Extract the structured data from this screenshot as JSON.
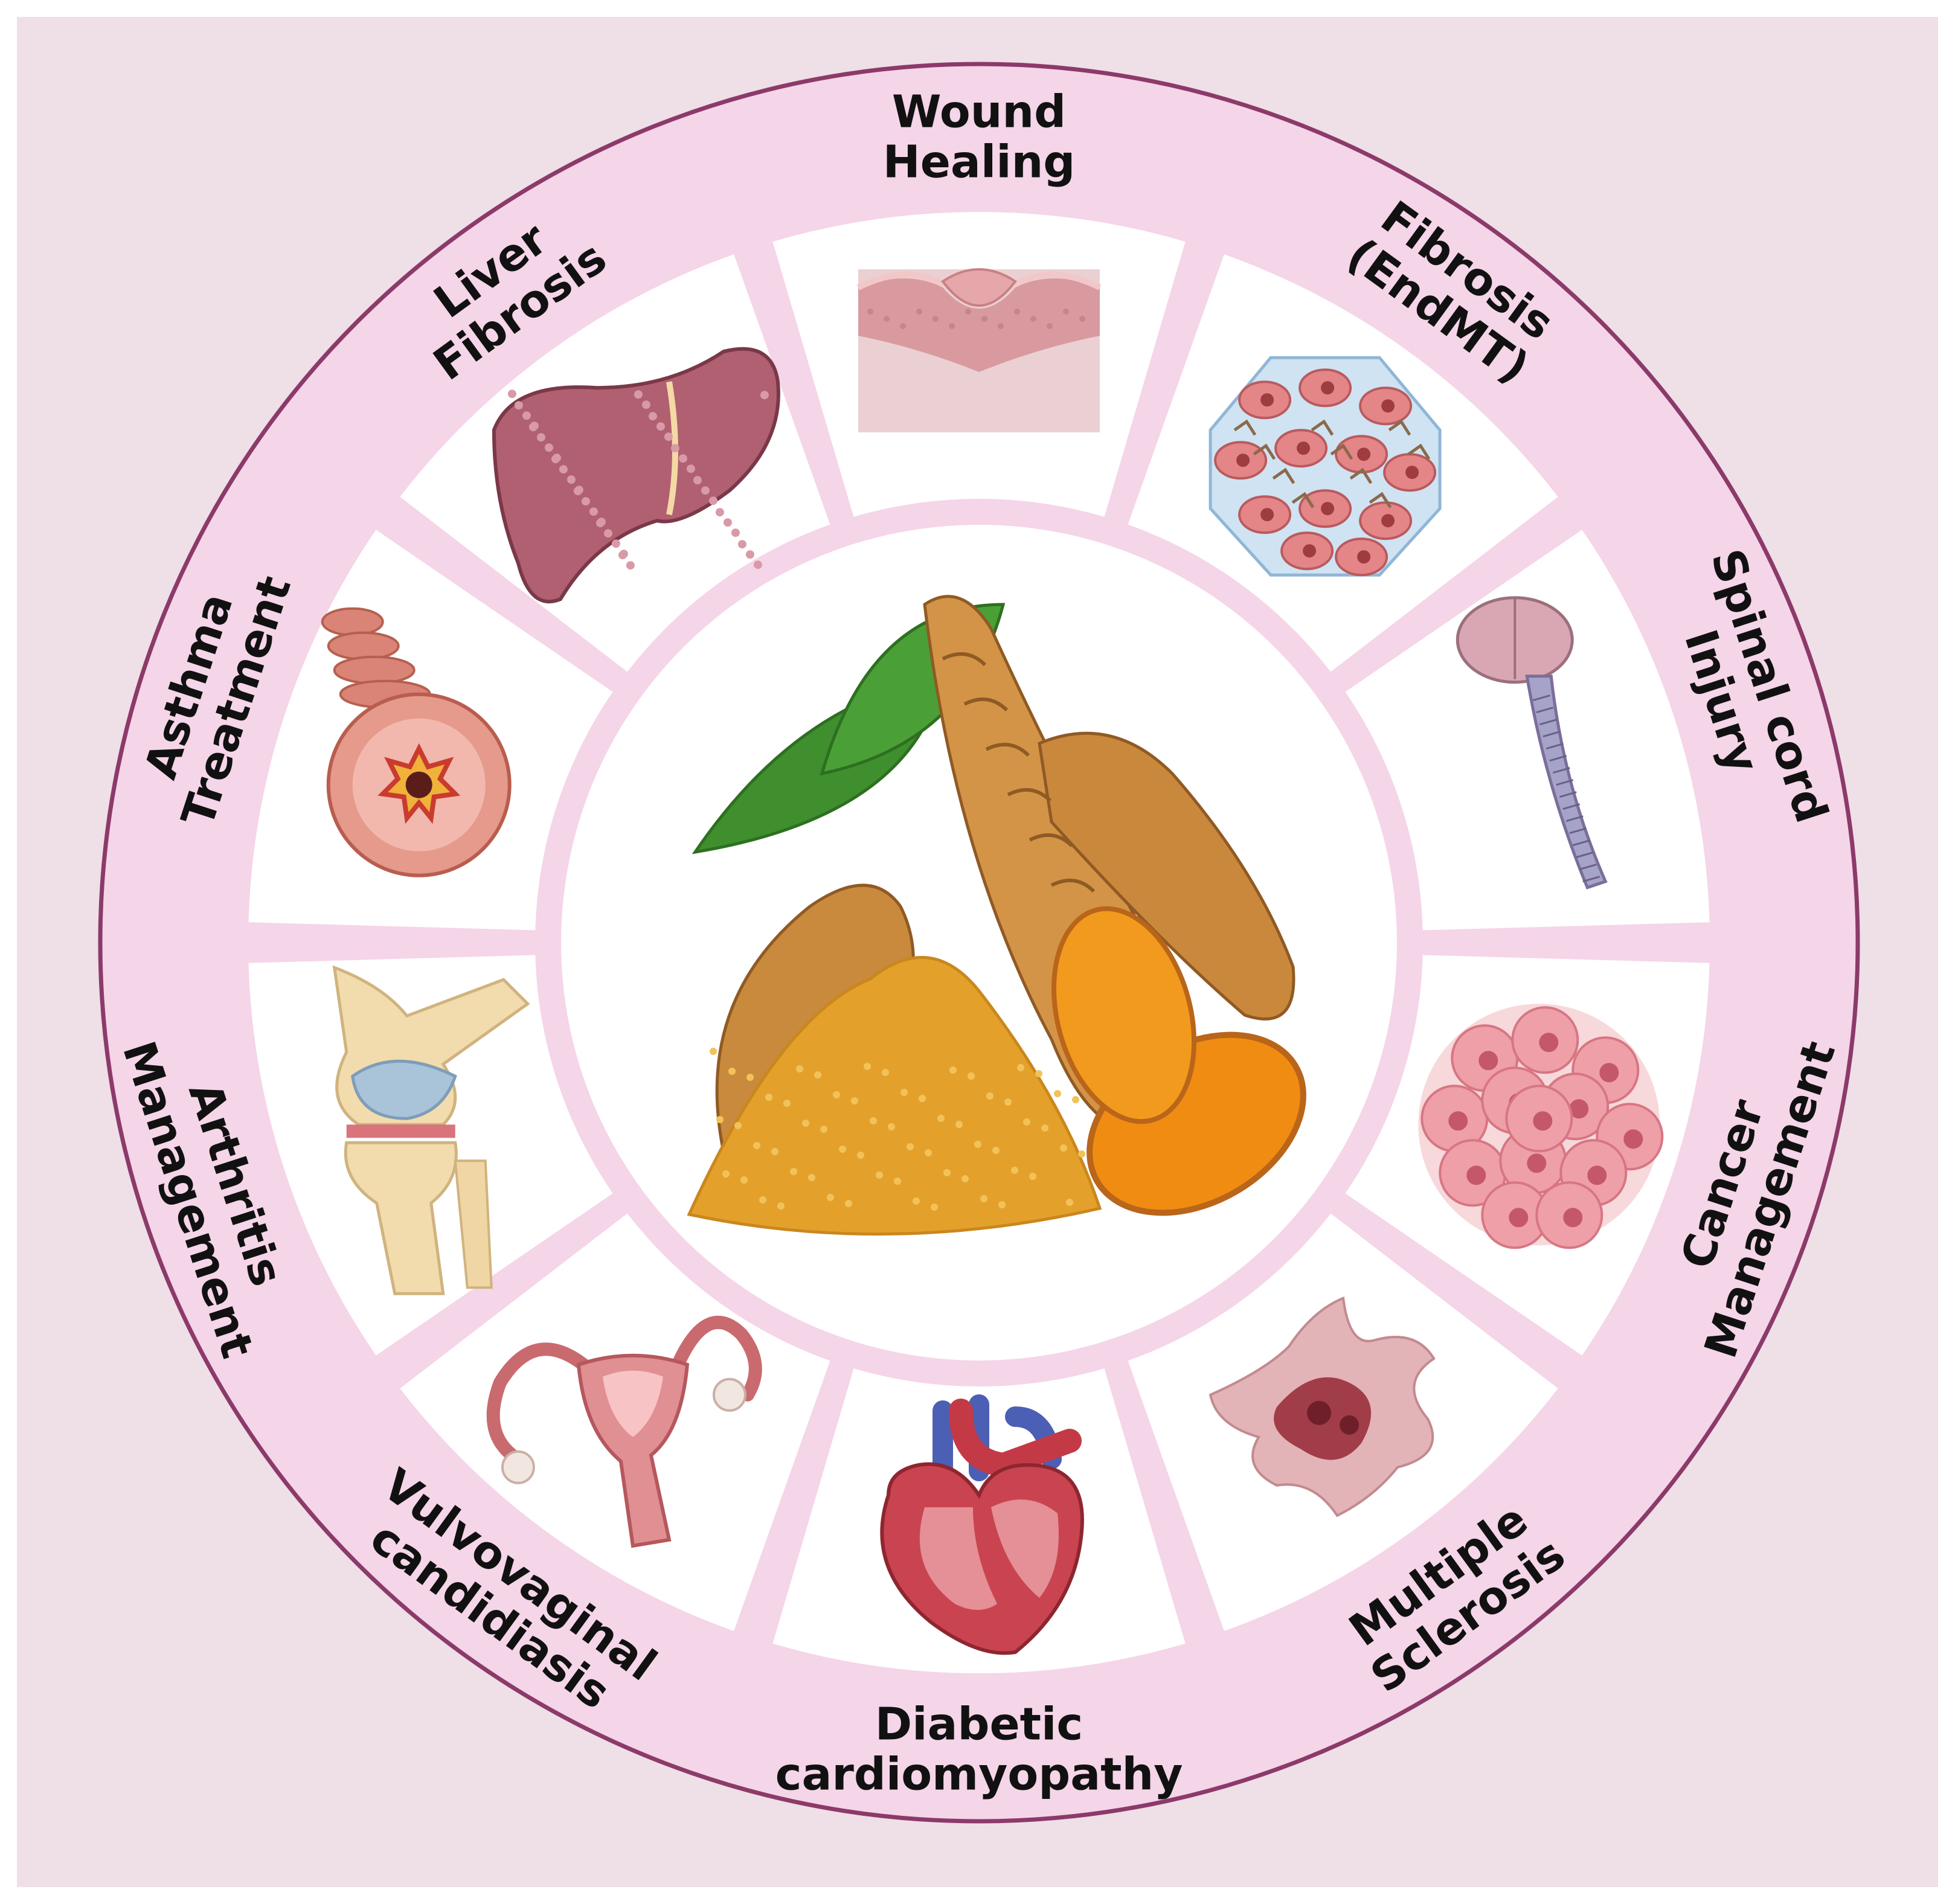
{
  "colors": {
    "page_background": "#ffffff",
    "panel_background": "#efdfe7",
    "ring_fill": "#f5d5e8",
    "ring_border": "#8c3a6a",
    "segment_fill": "#ffffff",
    "label_color": "#111111",
    "turmeric_root": "#c98a3e",
    "turmeric_flesh": "#f08c12",
    "turmeric_powder": "#e3a12c",
    "leaf": "#3f8f2e"
  },
  "segments": [
    {
      "id": "wound-healing",
      "lines": [
        "Wound",
        "Healing"
      ],
      "icon": "skin-wound-icon"
    },
    {
      "id": "fibrosis-endmt",
      "lines": [
        "Fibrosis",
        "(EndMT)"
      ],
      "icon": "cell-cluster-icon"
    },
    {
      "id": "spinal-cord-injury",
      "lines": [
        "Spinal cord",
        "Injury"
      ],
      "icon": "spinal-cord-icon"
    },
    {
      "id": "cancer-management",
      "lines": [
        "Cancer",
        "Management"
      ],
      "icon": "tumor-icon"
    },
    {
      "id": "multiple-sclerosis",
      "lines": [
        "Multiple",
        "Sclerosis"
      ],
      "icon": "neuron-lesion-icon"
    },
    {
      "id": "diabetic-cardiomyopathy",
      "lines": [
        "Diabetic",
        "cardiomyopathy"
      ],
      "icon": "heart-icon"
    },
    {
      "id": "vulvovaginal-candidiasis",
      "lines": [
        "Vulvovaginal",
        "candidiasis"
      ],
      "icon": "uterus-icon"
    },
    {
      "id": "arthritis-management",
      "lines": [
        "Arthritis",
        "Management"
      ],
      "icon": "knee-joint-icon"
    },
    {
      "id": "asthma-treatment",
      "lines": [
        "Asthma",
        "Treatment"
      ],
      "icon": "airway-icon"
    },
    {
      "id": "liver-fibrosis",
      "lines": [
        "Liver",
        "Fibrosis"
      ],
      "icon": "liver-icon"
    }
  ],
  "center": {
    "icon": "turmeric-icon"
  }
}
